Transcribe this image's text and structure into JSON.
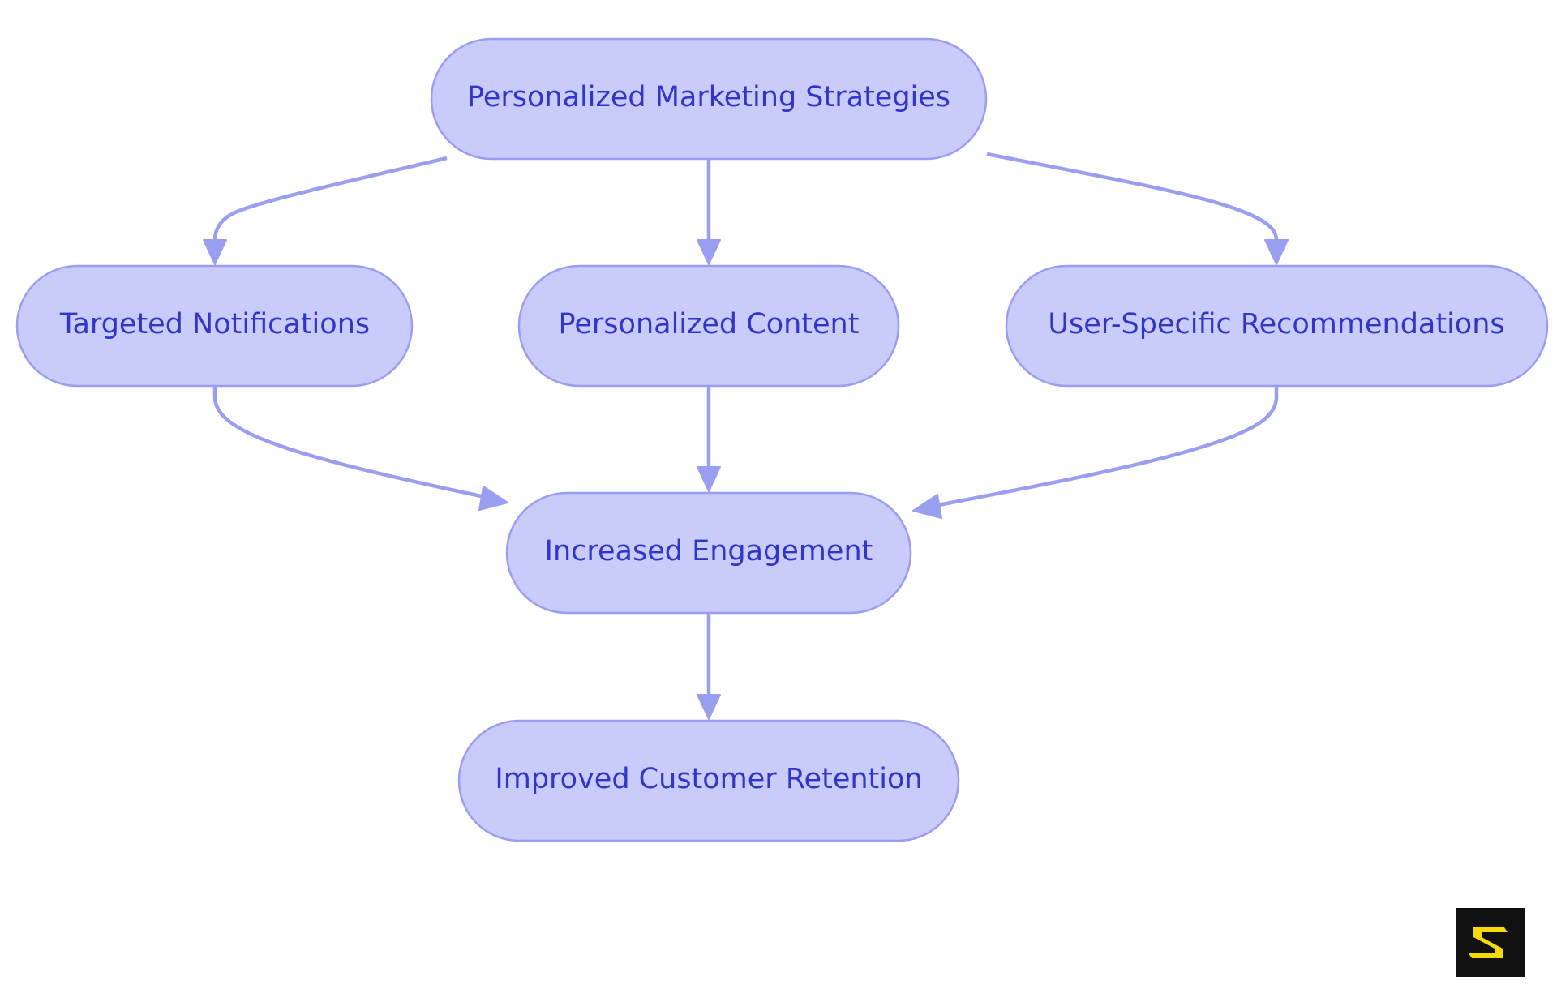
{
  "diagram": {
    "nodes": {
      "strategies": {
        "label": "Personalized Marketing Strategies"
      },
      "notifications": {
        "label": "Targeted Notifications"
      },
      "content": {
        "label": "Personalized Content"
      },
      "recommendations": {
        "label": "User-Specific Recommendations"
      },
      "engagement": {
        "label": "Increased Engagement"
      },
      "retention": {
        "label": "Improved Customer Retention"
      }
    },
    "edges": [
      {
        "from": "strategies",
        "to": "notifications"
      },
      {
        "from": "strategies",
        "to": "content"
      },
      {
        "from": "strategies",
        "to": "recommendations"
      },
      {
        "from": "notifications",
        "to": "engagement"
      },
      {
        "from": "content",
        "to": "engagement"
      },
      {
        "from": "recommendations",
        "to": "engagement"
      },
      {
        "from": "engagement",
        "to": "retention"
      }
    ],
    "colors": {
      "node_fill": "#c9cbfb",
      "node_stroke": "#9a9ef0",
      "text": "#3136c8",
      "edge": "#9a9ef0",
      "logo_background": "#111111",
      "logo_mark": "#f5d90a"
    }
  },
  "logo": {
    "icon": "brand-s-logo-icon"
  }
}
